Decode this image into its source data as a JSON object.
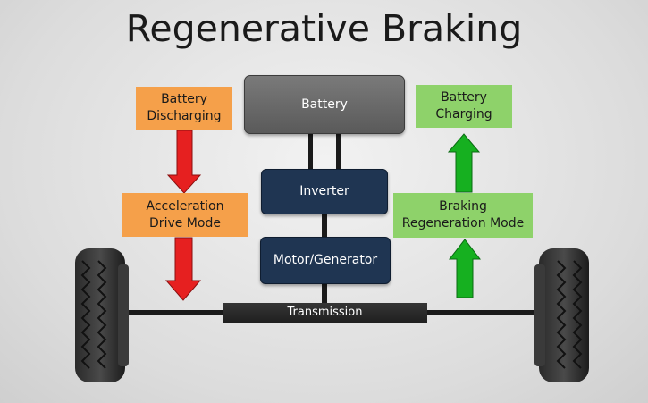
{
  "title": "Regenerative Braking",
  "labels": {
    "battery_discharging": "Battery\nDischarging",
    "battery_charging": "Battery\nCharging",
    "acceleration": "Acceleration\nDrive Mode",
    "braking": "Braking\nRegeneration Mode"
  },
  "components": {
    "battery": "Battery",
    "inverter": "Inverter",
    "motor_generator": "Motor/Generator",
    "transmission": "Transmission"
  },
  "colors": {
    "discharge": "#f5a04a",
    "charge": "#8ed26a",
    "arrow_down": "#e62020",
    "arrow_up": "#16b020",
    "component": "#1f3552",
    "battery": "#6a6a6a"
  }
}
